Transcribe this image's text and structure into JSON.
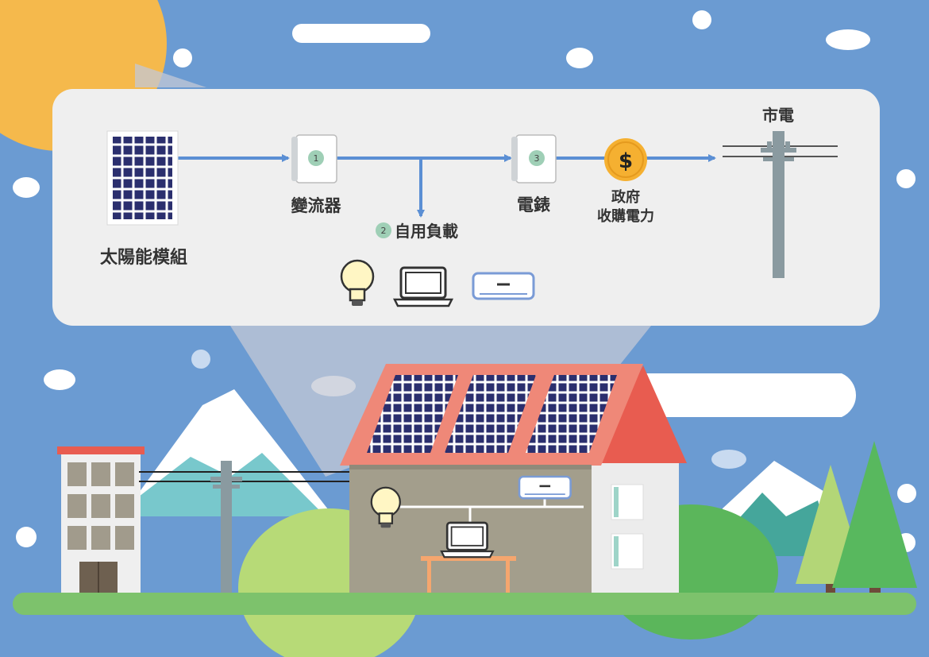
{
  "colors": {
    "sky": "#6b9bd2",
    "sun": "#f5b94c",
    "panel_cell": "#2b2f6e",
    "arrow": "#5b8fd4",
    "roof": "#ef8878",
    "wall": "#a39e8c",
    "grass": "#7dc26c",
    "coin": "#f5b031"
  },
  "diagram": {
    "solar_module_label": "太陽能模組",
    "inverter": {
      "number": "1",
      "label": "變流器"
    },
    "self_load": {
      "number": "2",
      "label": "自用負載"
    },
    "meter": {
      "number": "3",
      "label": "電錶"
    },
    "government": {
      "symbol": "$",
      "line1": "政府",
      "line2": "收購電力"
    },
    "grid_label": "市電",
    "appliance_icons": [
      "light-bulb-icon",
      "laptop-icon",
      "air-conditioner-icon"
    ]
  }
}
